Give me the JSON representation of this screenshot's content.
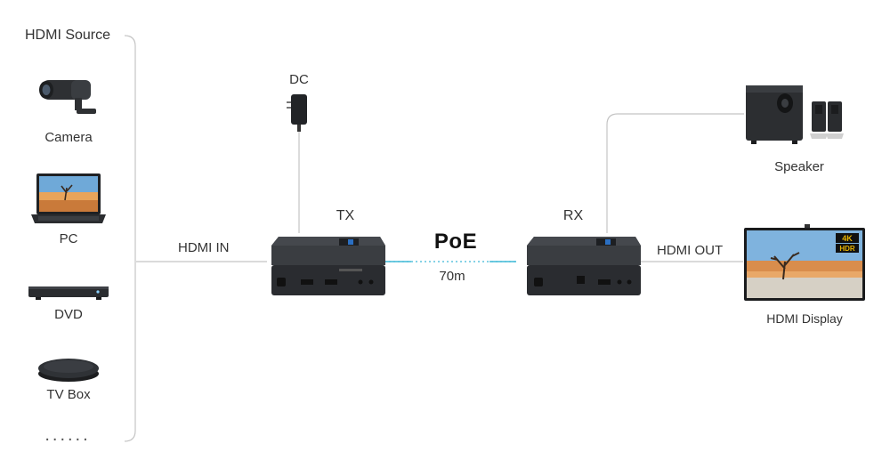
{
  "source": {
    "title": "HDMI Source",
    "devices": [
      {
        "label": "Camera",
        "icon": "camera-icon"
      },
      {
        "label": "PC",
        "icon": "laptop-icon"
      },
      {
        "label": "DVD",
        "icon": "dvd-player-icon"
      },
      {
        "label": "TV Box",
        "icon": "tv-box-icon"
      }
    ],
    "more": "......"
  },
  "links": {
    "hdmi_in": "HDMI IN",
    "dc": "DC",
    "poe": "PoE",
    "distance": "70m",
    "hdmi_out": "HDMI OUT"
  },
  "tx": {
    "label": "TX",
    "icon": "transmitter-box-icon"
  },
  "rx": {
    "label": "RX",
    "icon": "receiver-box-icon"
  },
  "outputs": {
    "speaker": {
      "label": "Speaker",
      "icon": "speaker-set-icon"
    },
    "display": {
      "label": "HDMI Display",
      "icon": "tv-display-icon",
      "badge_4k": "4K",
      "badge_hdr": "HDR"
    }
  },
  "colors": {
    "line": "#bdbdbd",
    "poe_cable": "#3fb8d6",
    "device_body": "#2f3236"
  }
}
